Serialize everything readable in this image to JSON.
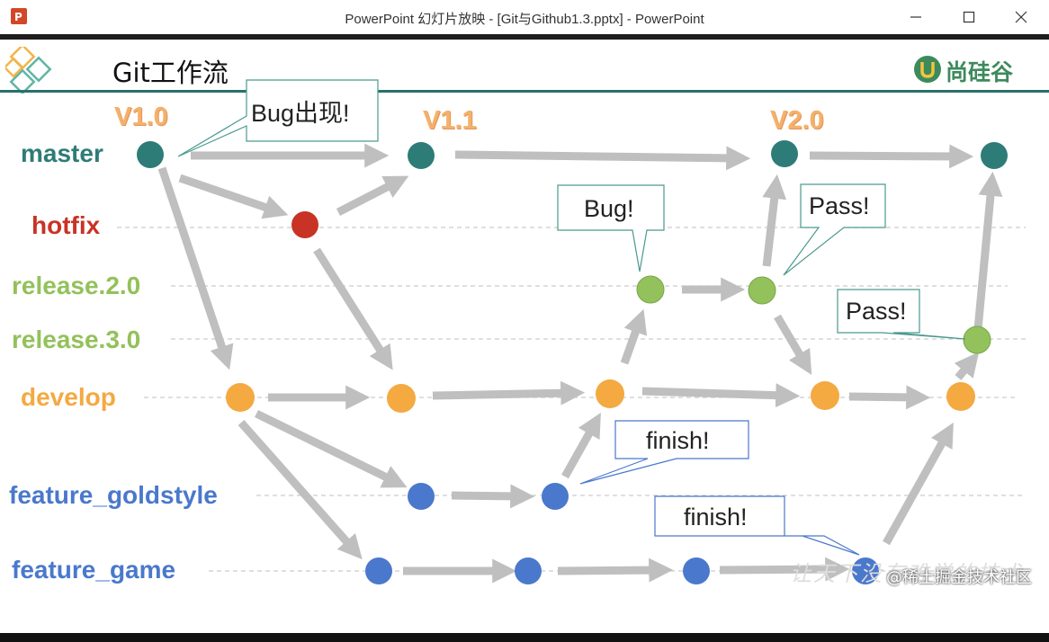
{
  "window": {
    "title": "PowerPoint 幻灯片放映 - [Git与Github1.3.pptx] - PowerPoint",
    "app_icon": "powerpoint-icon",
    "controls": [
      "minimize-icon",
      "maximize-icon",
      "close-icon"
    ]
  },
  "slide": {
    "title": "Git工作流",
    "logo_text": "尚硅谷",
    "branches": [
      "master",
      "hotfix",
      "release.2.0",
      "release.3.0",
      "develop",
      "feature_goldstyle",
      "feature_game"
    ],
    "versions": [
      "V1.0",
      "V1.1",
      "V2.0"
    ],
    "callouts": [
      "Bug出现!",
      "Bug!",
      "Pass!",
      "Pass!",
      "finish!",
      "finish!"
    ],
    "watermark": "@稀土掘金技术社区",
    "watermark_faint": "让天下没有难学的技术"
  },
  "colors": {
    "master": "#2e7c77",
    "hotfix": "#c83325",
    "release": "#93c15b",
    "develop": "#f4a941",
    "feature": "#4a78cc",
    "arrow": "#bfbfbf",
    "callout_border": "#4a9a8e",
    "header_line": "#2a6f6b"
  }
}
